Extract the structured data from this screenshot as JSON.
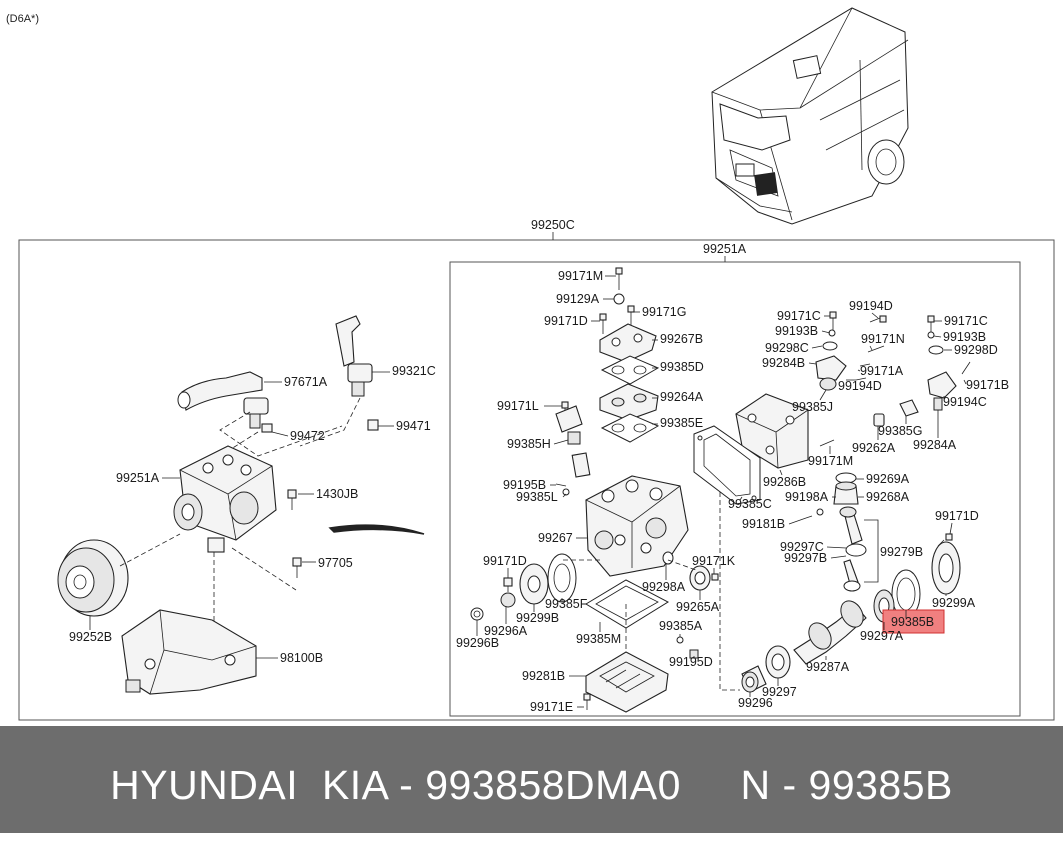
{
  "header_code": "(D6A*)",
  "assembly_box": "99250C",
  "subassembly_box": "99251A",
  "highlight_color": "#f08080",
  "labels": {
    "p97671A": "97671A",
    "p99321C": "99321C",
    "p99472": "99472",
    "p99471": "99471",
    "p99251A_l": "99251A",
    "p1430JB": "1430JB",
    "p97705": "97705",
    "p99252B": "99252B",
    "p98100B": "98100B",
    "p99171M": "99171M",
    "p99129A": "99129A",
    "p99171G": "99171G",
    "p99171D_a": "99171D",
    "p99267B": "99267B",
    "p99385D": "99385D",
    "p99264A": "99264A",
    "p99171L": "99171L",
    "p99385E": "99385E",
    "p99385H": "99385H",
    "p99195B": "99195B",
    "p99385L": "99385L",
    "p99267": "99267",
    "p99171D_b": "99171D",
    "p99385F": "99385F",
    "p99299B": "99299B",
    "p99296A": "99296A",
    "p99296B": "99296B",
    "p99298A": "99298A",
    "p99171K": "99171K",
    "p99265A": "99265A",
    "p99385M": "99385M",
    "p99385A": "99385A",
    "p99195D": "99195D",
    "p99281B": "99281B",
    "p99171E": "99171E",
    "p99171C_a": "99171C",
    "p99193B_a": "99193B",
    "p99298C": "99298C",
    "p99284B": "99284B",
    "p99194D_a": "99194D",
    "p99171N": "99171N",
    "p99171A": "99171A",
    "p99194D_b": "99194D",
    "p99385J": "99385J",
    "p99171C_b": "99171C",
    "p99193B_b": "99193B",
    "p99298D": "99298D",
    "p99171B": "99171B",
    "p99194C": "99194C",
    "p99385G": "99385G",
    "p99262A": "99262A",
    "p99284A": "99284A",
    "p99171M_b": "99171M",
    "p99286B": "99286B",
    "p99385C": "99385C",
    "p99269A": "99269A",
    "p99198A": "99198A",
    "p99268A": "99268A",
    "p99181B": "99181B",
    "p99171D_c": "99171D",
    "p99297C": "99297C",
    "p99279B": "99279B",
    "p99297B": "99297B",
    "p99299A": "99299A",
    "p99385B": "99385B",
    "p99297A": "99297A",
    "p99287A": "99287A",
    "p99297": "99297",
    "p99296": "99296"
  },
  "footer": {
    "brand": "HYUNDAI",
    "make": "KIA",
    "separator": "-",
    "part_number": "993858DMA0",
    "n_prefix": "N",
    "n_code": "99385B"
  }
}
